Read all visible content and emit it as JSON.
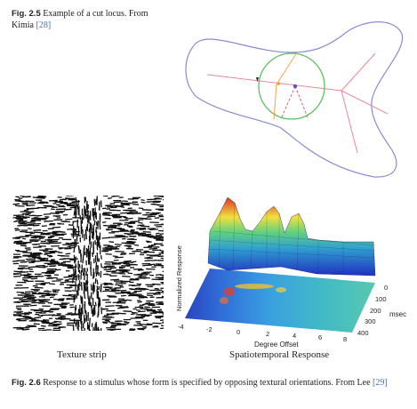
{
  "fig25": {
    "label": "Fig. 2.5",
    "text": "Example of a cut locus. From Kimia ",
    "cite": "[28]"
  },
  "fig26": {
    "label": "Fig. 2.6",
    "text": "Response to a stimulus whose form is specified by opposing textural orientations. From Lee ",
    "cite": "[29]"
  },
  "panels": {
    "texture_label": "Texture strip",
    "spatiotemporal_label": "Spatiotemporal Response"
  },
  "surface_axes": {
    "zlabel": "Normalized Response",
    "xlabel": "Degree Offset",
    "ylabel": "msec",
    "x_ticks": [
      "-4",
      "-2",
      "0",
      "2",
      "4",
      "6",
      "8"
    ],
    "y_ticks": [
      "0",
      "100",
      "200",
      "300",
      "400"
    ]
  },
  "colors": {
    "outline": "#8a8ad6",
    "skeleton": "#e8889a",
    "circle": "#5cc05c",
    "tangent": "#f0a848",
    "center": "#6050c0"
  }
}
